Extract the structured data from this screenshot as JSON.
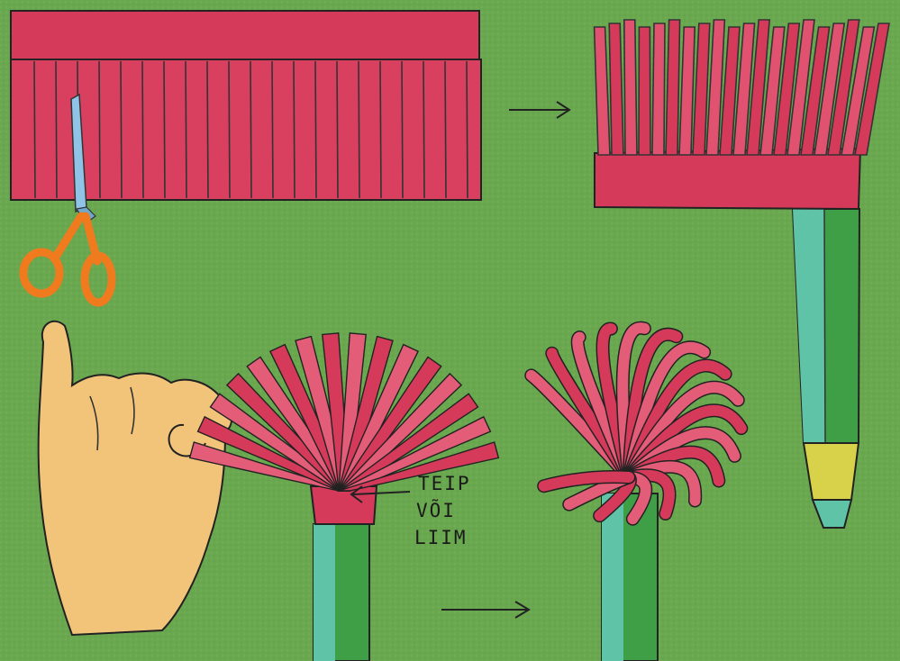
{
  "illustration": {
    "background_color": "#6aa84f",
    "paper_color": "#d63a5a",
    "pencil_light": "#5fc3a8",
    "pencil_dark": "#3f9f46",
    "scissors_color": "#f07a1e",
    "label_lines": [
      "TEIP",
      "VÕI",
      "LIIM"
    ]
  }
}
